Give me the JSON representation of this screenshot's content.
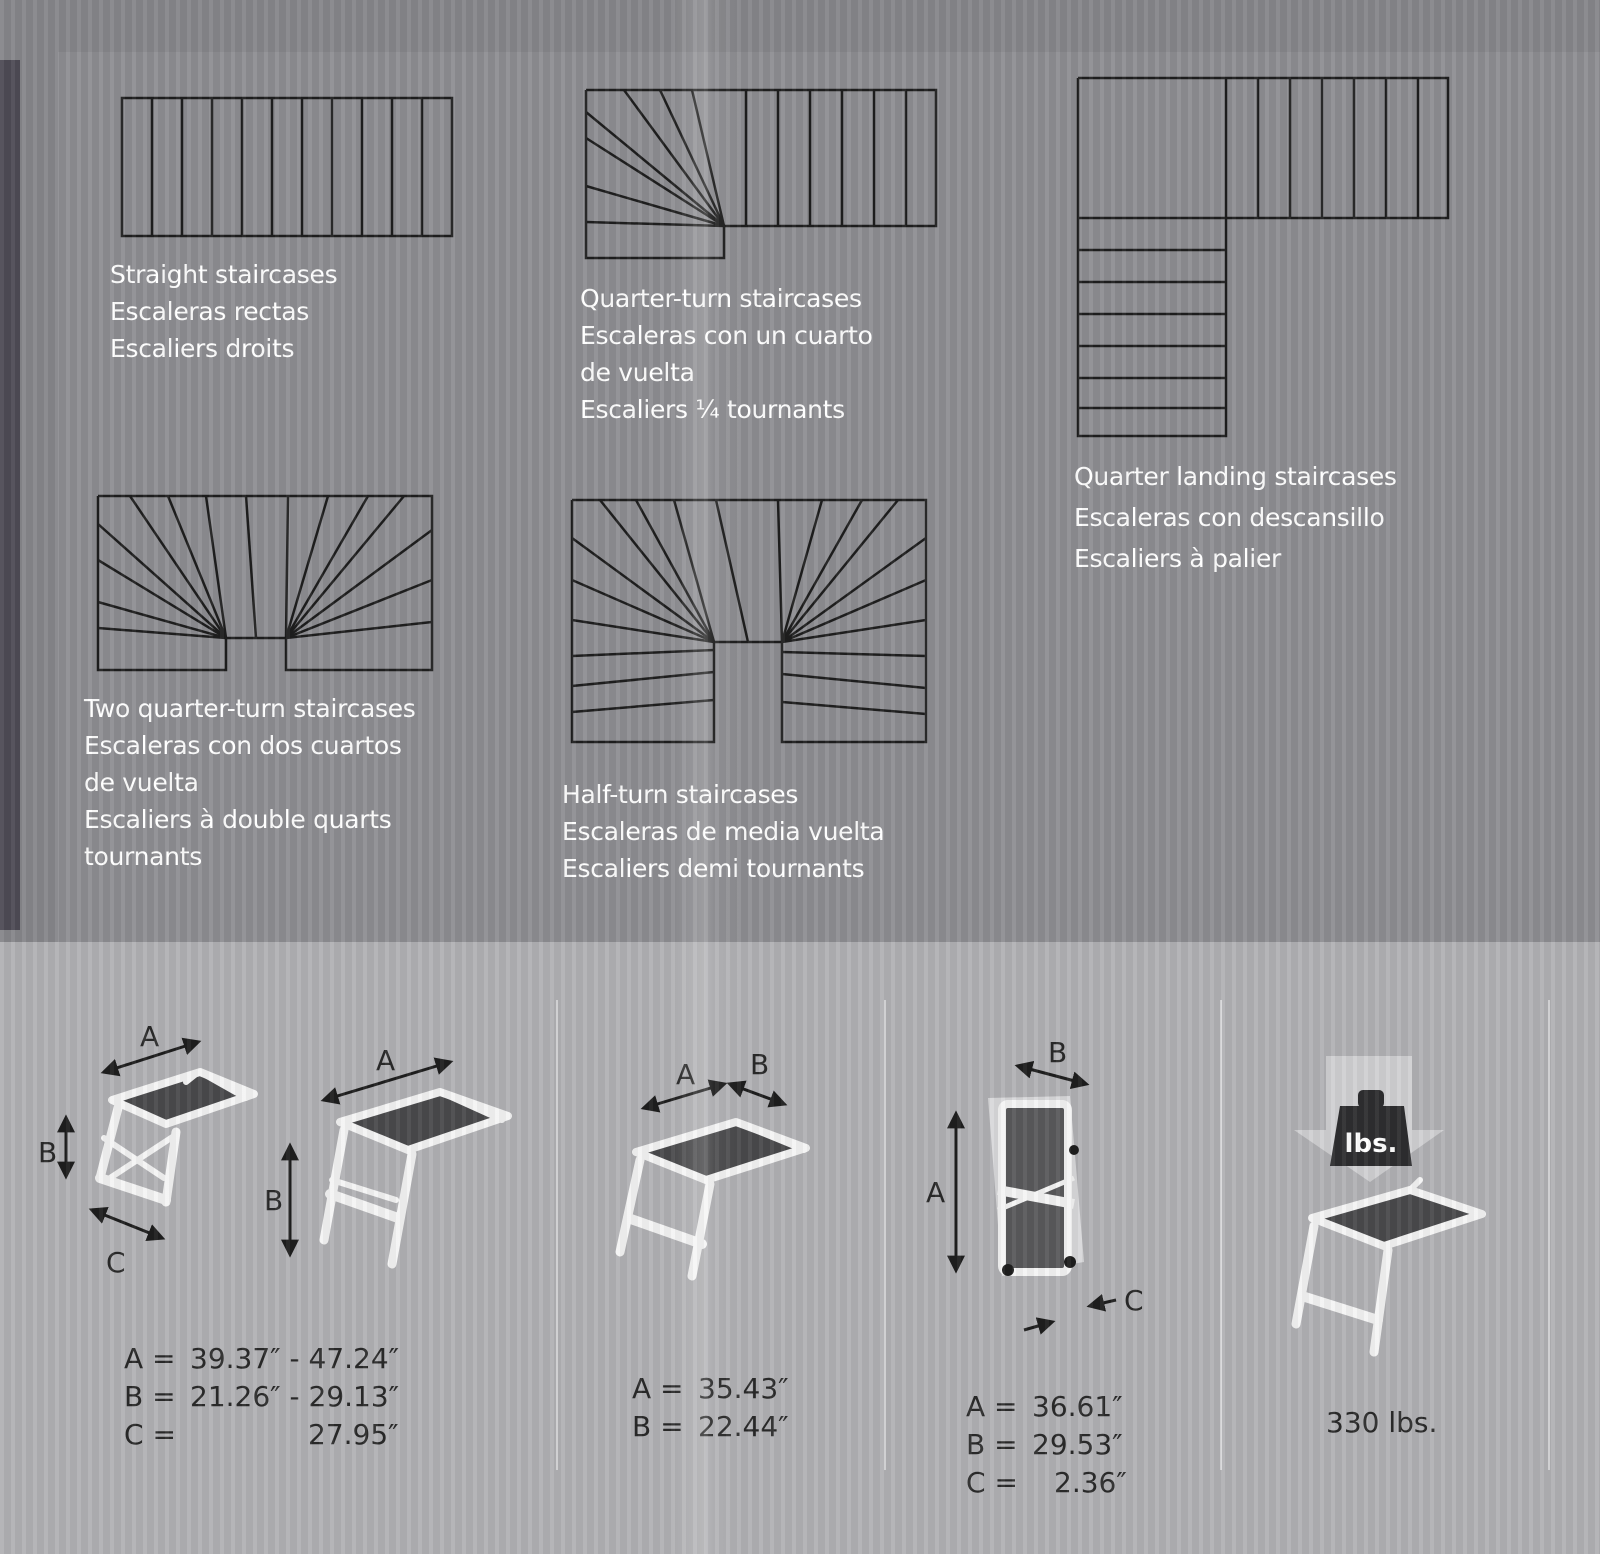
{
  "staircases": [
    {
      "lines": [
        "Straight staircases",
        "Escaleras rectas",
        "Escaliers droits"
      ]
    },
    {
      "lines": [
        "Quarter-turn staircases",
        "Escaleras con un cuarto",
        "de vuelta",
        "Escaliers ¼ tournants"
      ]
    },
    {
      "lines": [
        "Quarter landing staircases",
        "Escaleras con descansillo",
        "Escaliers à palier"
      ]
    },
    {
      "lines": [
        "Two quarter-turn staircases",
        "Escaleras con dos cuartos",
        "de vuelta",
        "Escaliers à double quarts",
        "tournants"
      ]
    },
    {
      "lines": [
        "Half-turn staircases",
        "Escaleras de media vuelta",
        "Escaliers demi tournants"
      ]
    }
  ],
  "specs": [
    {
      "rows": [
        {
          "key": "A =",
          "value": "39.37″ - 47.24″"
        },
        {
          "key": "B =",
          "value": "21.26″ - 29.13″"
        },
        {
          "key": "C =",
          "value": "27.95″"
        }
      ]
    },
    {
      "rows": [
        {
          "key": "A =",
          "value": "35.43″"
        },
        {
          "key": "B =",
          "value": "22.44″"
        }
      ]
    },
    {
      "rows": [
        {
          "key": "A =",
          "value": "36.61″"
        },
        {
          "key": "B =",
          "value": "29.53″"
        },
        {
          "key": "C =",
          "value": "2.36″"
        }
      ]
    },
    {
      "load": "330 lbs."
    }
  ],
  "dimension_letters": {
    "a": "A",
    "b": "B",
    "c": "C"
  },
  "weight_icon_label": "lbs."
}
